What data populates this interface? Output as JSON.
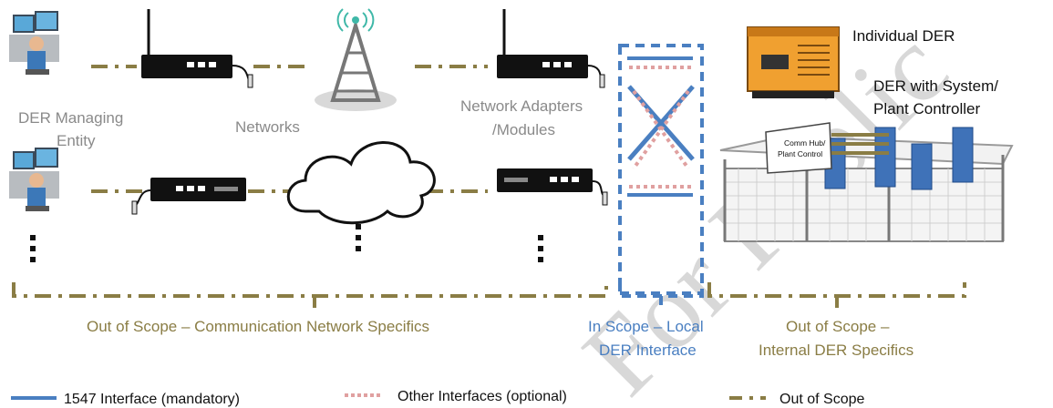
{
  "colors": {
    "olive": "#8a7d45",
    "blue": "#4a7fc1",
    "pink": "#e0a0a0",
    "gray_text": "#8a8a8a",
    "orange": "#f0a030"
  },
  "labels": {
    "der_managing_line1": "DER Managing",
    "der_managing_line2": "Entity",
    "networks": "Networks",
    "adapters_line1": "Network Adapters",
    "adapters_line2": "/Modules",
    "individual_der": "Individual DER",
    "der_system_line1": "DER with System/",
    "der_system_line2": "Plant Controller",
    "comm_hub_line1": "Comm Hub/",
    "comm_hub_line2": "Plant Control"
  },
  "scopes": {
    "out_comm": "Out of Scope – Communication Network Specifics",
    "in_line1": "In Scope – Local",
    "in_line2": "DER Interface",
    "out_der_line1": "Out of Scope –",
    "out_der_line2": "Internal DER Specifics"
  },
  "legend": [
    {
      "label": "1547 Interface (mandatory)",
      "style": "solid-blue"
    },
    {
      "label": "Other Interfaces (optional)",
      "style": "dotted-pink"
    },
    {
      "label": "Out of Scope",
      "style": "dash-olive"
    }
  ],
  "icons": [
    "workstation-icon",
    "router-icon",
    "cell-tower-icon",
    "cloud-icon",
    "generator-icon",
    "fenced-plant-icon"
  ],
  "watermark": "For Public"
}
